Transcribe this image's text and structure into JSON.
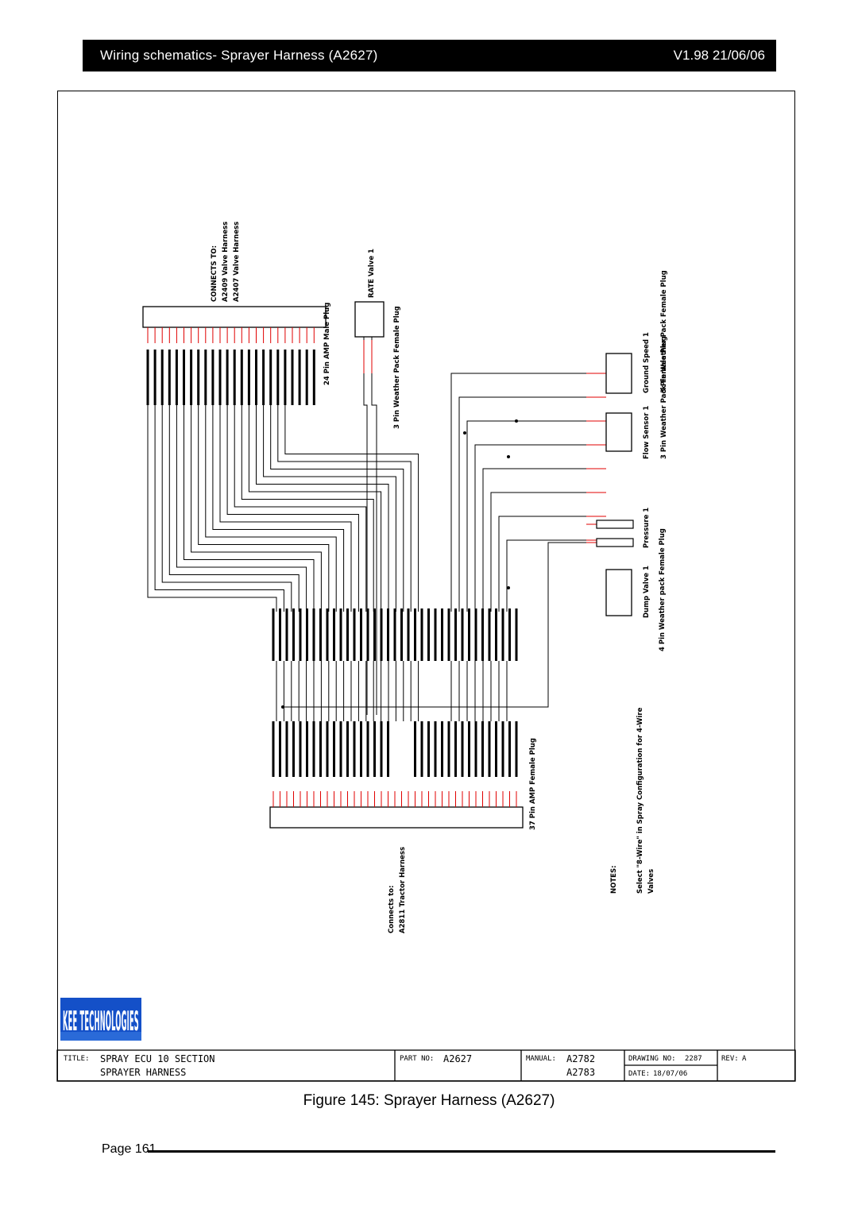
{
  "header": {
    "title": "Wiring schematics- Sprayer Harness (A2627)",
    "version": "V1.98 21/06/06"
  },
  "drawing": {
    "connections_note": [
      "CONNECTS TO:",
      "A2409 Valve Harness",
      "A2407 Valve Harness"
    ],
    "connector_24pin": "24 Pin AMP Male Plug",
    "rate_valve": "RATE Valve 1",
    "rate_valve_plug": "3 Pin Weather Pack Female Plug",
    "ground_speed": "Ground Speed 1",
    "ground_speed_plug": "3 Pin Weather Pack Female Plug",
    "flow_sensor": "Flow Sensor 1",
    "flow_sensor_plug": "3 Pin Weather Pack Female Plug",
    "pressure": "Pressure 1",
    "dump_valve": "Dump Valve 1",
    "dump_valve_plug": "4 Pin Weather pack Female Plug",
    "connector_37pin": "37 Pin AMP Female Plug",
    "connects_to_bottom": [
      "Connects to:",
      "A2811 Tractor Harness"
    ],
    "notes": [
      "NOTES:",
      "Select \"8-Wire\" in Spray Configuration for 4-Wire",
      "Valves"
    ],
    "logo": "KEE TECHNOLOGIES"
  },
  "title_block": {
    "title_label": "TITLE:",
    "title_line1": "SPRAY ECU 10 SECTION",
    "title_line2": "SPRAYER HARNESS",
    "part_no_label": "PART NO:",
    "part_no": "A2627",
    "manual_label": "MANUAL:",
    "manual_1": "A2782",
    "manual_2": "A2783",
    "drawing_no_label": "DRAWING NO:",
    "drawing_no": "2287",
    "date_label": "DATE:",
    "date": "18/07/06",
    "rev_label": "REV:",
    "rev": "A"
  },
  "figure_caption": "Figure 145: Sprayer Harness (A2627)",
  "page": {
    "label": "Page",
    "number": "161"
  }
}
